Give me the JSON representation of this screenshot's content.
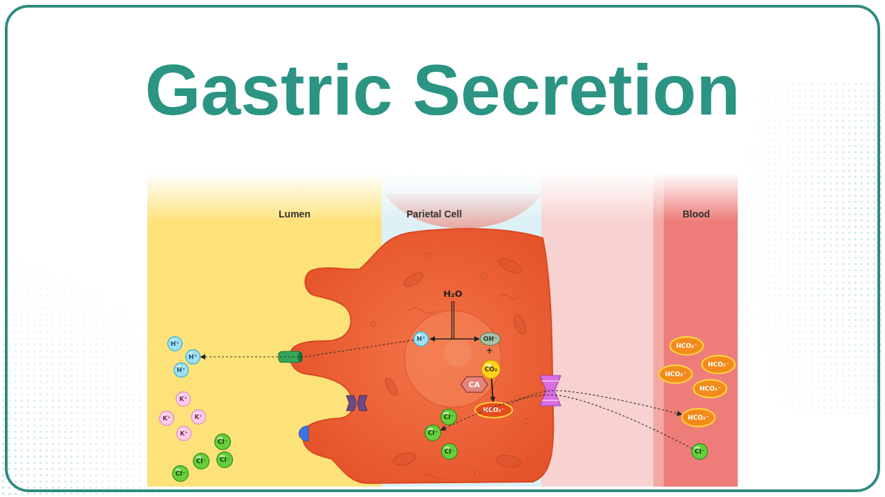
{
  "diagram": {
    "title": "Gastric Secretion",
    "nodes": [
      {
        "text": [
          "Lumen"
        ]
      },
      {
        "text": [
          "H⁺"
        ],
        "in": 0
      },
      {
        "text": [
          "H⁺"
        ],
        "in": 0
      },
      {
        "text": [
          "H⁺"
        ],
        "in": 0
      },
      {
        "text": [
          "K⁺"
        ],
        "in": 0
      },
      {
        "text": [
          "K⁺"
        ],
        "in": 0
      },
      {
        "text": [
          "K⁺"
        ],
        "in": 0
      },
      {
        "text": [
          "K⁺"
        ],
        "in": 0
      },
      {
        "text": [
          "Cl⁻"
        ],
        "in": 0
      },
      {
        "text": [
          "Cl⁻"
        ],
        "in": 0
      },
      {
        "text": [
          "Cl⁻"
        ],
        "in": 0
      },
      {
        "text": [
          "Cl⁻"
        ],
        "in": 0
      },
      {
        "text": [
          "Parietal Cell"
        ]
      },
      {
        "text": [
          "H⁺"
        ],
        "in": 12
      },
      {
        "text": [
          "OH⁻"
        ],
        "in": 12
      },
      {
        "text": [
          "CO₂"
        ],
        "in": 12
      },
      {
        "text": [
          "CA"
        ],
        "in": 12
      },
      {
        "text": [
          "HCO₃⁻"
        ],
        "in": 12
      },
      {
        "text": [
          "Cl⁻"
        ],
        "in": 12
      },
      {
        "text": [
          "Cl⁻"
        ],
        "in": 12
      },
      {
        "text": [
          "Cl⁻"
        ],
        "in": 12
      },
      {
        "text": [
          "Blood"
        ]
      },
      {
        "text": [
          "HCO₃⁻"
        ],
        "in": 21
      },
      {
        "text": [
          "HCO₃⁻"
        ],
        "in": 21
      },
      {
        "text": [
          "HCO₃⁻"
        ],
        "in": 21
      },
      {
        "text": [
          "HCO₃⁻"
        ],
        "in": 21
      },
      {
        "text": [
          "HCO₃⁻"
        ],
        "in": 21
      },
      {
        "text": [
          "Cl⁻"
        ],
        "in": 21
      }
    ],
    "edges": [
      {
        "from": 13,
        "to": 2,
        "arrow": "to"
      },
      {
        "from": 15,
        "to": 17,
        "arrow": "to"
      },
      {
        "from": 17,
        "to": 26,
        "arrow": "to"
      },
      {
        "from": 27,
        "to": 19,
        "arrow": "to"
      }
    ],
    "labels": [
      "H₂O",
      "+"
    ]
  }
}
